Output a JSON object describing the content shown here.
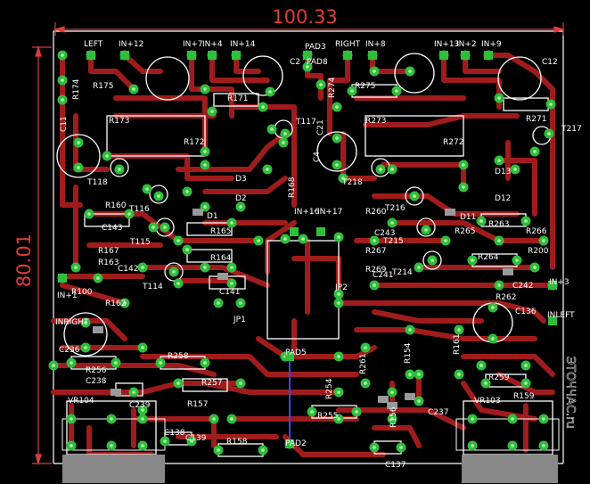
{
  "colors": {
    "background": "#000000",
    "trace": "#a01c1c",
    "silk": "#ffffff",
    "pad": "#2fbf3b",
    "pad_hole": "#b7f3b7",
    "dimension": "#e23a3a",
    "jumper": "#3848ff",
    "smd": "#9a9a9a"
  },
  "dimensions": {
    "width": "100.33",
    "height": "80.01"
  },
  "watermark": "ЭТОЧЧАС.ru",
  "labels": [
    {
      "id": "left",
      "text": "LEFT"
    },
    {
      "id": "in12",
      "text": "IN+12"
    },
    {
      "id": "in7",
      "text": "IN+7"
    },
    {
      "id": "in4",
      "text": "IN+4"
    },
    {
      "id": "in14",
      "text": "IN+14"
    },
    {
      "id": "pad3",
      "text": "PAD3"
    },
    {
      "id": "c2",
      "text": "C2"
    },
    {
      "id": "pad8",
      "text": "PAD8"
    },
    {
      "id": "right",
      "text": "RIGHT"
    },
    {
      "id": "in8",
      "text": "IN+8"
    },
    {
      "id": "in13",
      "text": "IN+13"
    },
    {
      "id": "in2",
      "text": "IN+2"
    },
    {
      "id": "in9",
      "text": "IN+9"
    },
    {
      "id": "c12",
      "text": "C12"
    },
    {
      "id": "r174",
      "text": "R174"
    },
    {
      "id": "r175",
      "text": "R175"
    },
    {
      "id": "r173",
      "text": "R173"
    },
    {
      "id": "r171",
      "text": "R171"
    },
    {
      "id": "r172",
      "text": "R172"
    },
    {
      "id": "c11",
      "text": "C11"
    },
    {
      "id": "t117",
      "text": "T117"
    },
    {
      "id": "r274",
      "text": "R274"
    },
    {
      "id": "r275",
      "text": "R275"
    },
    {
      "id": "r273",
      "text": "R273"
    },
    {
      "id": "r271",
      "text": "R271"
    },
    {
      "id": "r272",
      "text": "R272"
    },
    {
      "id": "t217",
      "text": "T217"
    },
    {
      "id": "c4",
      "text": "C4"
    },
    {
      "id": "c21",
      "text": "C21"
    },
    {
      "id": "t118",
      "text": "T118"
    },
    {
      "id": "t218",
      "text": "T218"
    },
    {
      "id": "d3",
      "text": "D3"
    },
    {
      "id": "d2",
      "text": "D2"
    },
    {
      "id": "d1",
      "text": "D1"
    },
    {
      "id": "r168",
      "text": "R168"
    },
    {
      "id": "d13",
      "text": "D13"
    },
    {
      "id": "d12",
      "text": "D12"
    },
    {
      "id": "d11",
      "text": "D11"
    },
    {
      "id": "r160",
      "text": "R160"
    },
    {
      "id": "t116",
      "text": "T116"
    },
    {
      "id": "c143",
      "text": "C143"
    },
    {
      "id": "t115",
      "text": "T115"
    },
    {
      "id": "r165",
      "text": "R165"
    },
    {
      "id": "r164",
      "text": "R164"
    },
    {
      "id": "in16",
      "text": "IN+16"
    },
    {
      "id": "in17",
      "text": "IN+17"
    },
    {
      "id": "r260",
      "text": "R260"
    },
    {
      "id": "t216",
      "text": "T216"
    },
    {
      "id": "c243",
      "text": "C243"
    },
    {
      "id": "t215",
      "text": "T215"
    },
    {
      "id": "r265",
      "text": "R265"
    },
    {
      "id": "r263",
      "text": "R263"
    },
    {
      "id": "r266",
      "text": "R266"
    },
    {
      "id": "r264",
      "text": "R264"
    },
    {
      "id": "r200",
      "text": "R200"
    },
    {
      "id": "r267",
      "text": "R267"
    },
    {
      "id": "r269",
      "text": "R269"
    },
    {
      "id": "c241",
      "text": "C241"
    },
    {
      "id": "t214",
      "text": "T214"
    },
    {
      "id": "c242",
      "text": "C242"
    },
    {
      "id": "r262",
      "text": "R262"
    },
    {
      "id": "r167",
      "text": "R167"
    },
    {
      "id": "c142",
      "text": "C142"
    },
    {
      "id": "r163",
      "text": "R163"
    },
    {
      "id": "t114",
      "text": "T114"
    },
    {
      "id": "in1",
      "text": "IN+1"
    },
    {
      "id": "r100",
      "text": "R100"
    },
    {
      "id": "r162",
      "text": "R162"
    },
    {
      "id": "c141",
      "text": "C141"
    },
    {
      "id": "jp1",
      "text": "JP1"
    },
    {
      "id": "jp2",
      "text": "JP2"
    },
    {
      "id": "in3",
      "text": "IN+3"
    },
    {
      "id": "c136",
      "text": "C136"
    },
    {
      "id": "inleft",
      "text": "INLEFT"
    },
    {
      "id": "inright",
      "text": "INRIGHT"
    },
    {
      "id": "c236",
      "text": "C236"
    },
    {
      "id": "r256",
      "text": "R256"
    },
    {
      "id": "c238",
      "text": "C238"
    },
    {
      "id": "r258",
      "text": "R258"
    },
    {
      "id": "pad5",
      "text": "PAD5"
    },
    {
      "id": "r261",
      "text": "R261"
    },
    {
      "id": "r154",
      "text": "R154"
    },
    {
      "id": "r161",
      "text": "R161"
    },
    {
      "id": "r257",
      "text": "R257"
    },
    {
      "id": "r254",
      "text": "R254"
    },
    {
      "id": "r259",
      "text": "R259"
    },
    {
      "id": "vr104",
      "text": "VR104"
    },
    {
      "id": "c239",
      "text": "C239"
    },
    {
      "id": "r157",
      "text": "R157"
    },
    {
      "id": "r255",
      "text": "R255"
    },
    {
      "id": "c237",
      "text": "C237"
    },
    {
      "id": "r159",
      "text": "R159"
    },
    {
      "id": "vr103",
      "text": "VR103"
    },
    {
      "id": "c138",
      "text": "C138"
    },
    {
      "id": "c139",
      "text": "C139"
    },
    {
      "id": "r158",
      "text": "R158"
    },
    {
      "id": "pad2",
      "text": "PAD2"
    },
    {
      "id": "c137",
      "text": "C137"
    },
    {
      "id": "r156",
      "text": "R156"
    }
  ]
}
